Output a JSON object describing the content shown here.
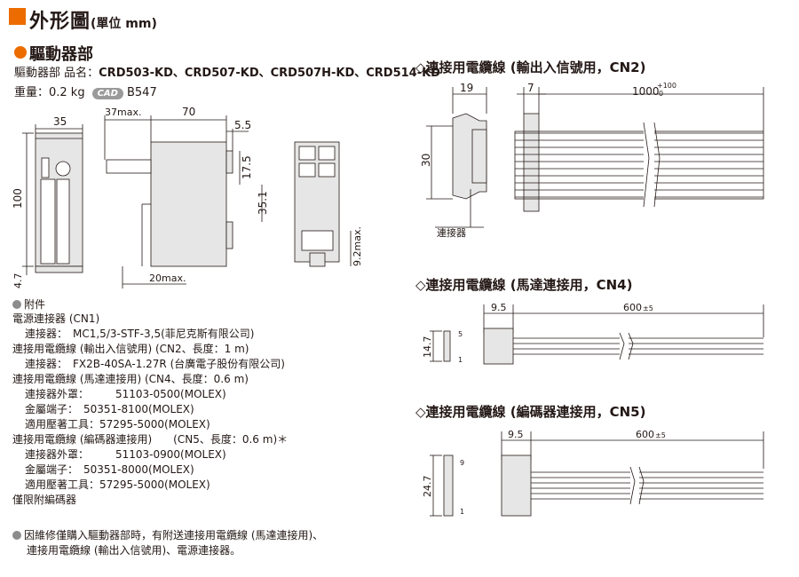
{
  "header": {
    "title": "外形圖",
    "unit": "(單位 mm)"
  },
  "driver": {
    "heading": "驅動器部",
    "name_line_label": "驅動器部 品名：",
    "models": "CRD503-KD、CRD507-KD、CRD507H-KD、CRD514-KD",
    "weight": "重量：0.2 kg",
    "cad_badge": "CAD",
    "cad_code": "B547"
  },
  "driver_dims": {
    "d35": "35",
    "d37max": "37max.",
    "d70": "70",
    "d5_5": "5.5",
    "d100": "100",
    "d17_5": "17.5",
    "d35_1": "35.1",
    "d9_2max": "9.2max.",
    "d4_7": "4.7",
    "d20max": "20max."
  },
  "accessories": {
    "heading": "附件",
    "lines": [
      "電源連接器 (CN1)",
      "連接器：　MC1,5/3-STF-3,5(菲尼克斯有限公司)",
      "連接用電纜線 (輸出入信號用) (CN2、長度：1 m)",
      "連接器：　FX2B-40SA-1.27R (台廣電子股份有限公司)",
      "連接用電纜線 (馬達連接用) (CN4、長度：0.6 m)",
      "連接器外罩：　　　51103-0500(MOLEX)",
      "金屬端子：　50351-8100(MOLEX)",
      "適用壓著工具：57295-5000(MOLEX)",
      "連接用電纜線 (編碼器連接用)　　(CN5、長度：0.6 m)＊",
      "連接器外罩：　　　51103-0900(MOLEX)",
      "金屬端子：　50351-8000(MOLEX)",
      "適用壓著工具：57295-5000(MOLEX)",
      "僅限附編碼器"
    ],
    "note_line1": "因維修僅購入驅動器部時，有附送連接用電纜線 (馬達連接用)、",
    "note_line2": "連接用電纜線 (輸出入信號用)、電源連接器。"
  },
  "cn2": {
    "title": "◇連接用電纜線 (輸出入信號用，CN2)",
    "d19": "19",
    "d7": "7",
    "d1000": "1000",
    "tol_plus": "+100",
    "tol_zero": "0",
    "d30": "30",
    "connector_label": "連接器"
  },
  "cn4": {
    "title": "◇連接用電纜線 (馬達連接用，CN4)",
    "d9_5": "9.5",
    "d600": "600",
    "tol": "±5",
    "d14_7": "14.7",
    "pin_top": "5",
    "pin_bottom": "1"
  },
  "cn5": {
    "title": "◇連接用電纜線 (編碼器連接用，CN5)",
    "d9_5": "9.5",
    "d600": "600",
    "tol": "±5",
    "d24_7": "24.7",
    "pin_top": "9",
    "pin_bottom": "1"
  },
  "colors": {
    "accent": "#ec6c00",
    "badge": "#9a9a9a",
    "drawing_fill": "#e6e6e6"
  }
}
